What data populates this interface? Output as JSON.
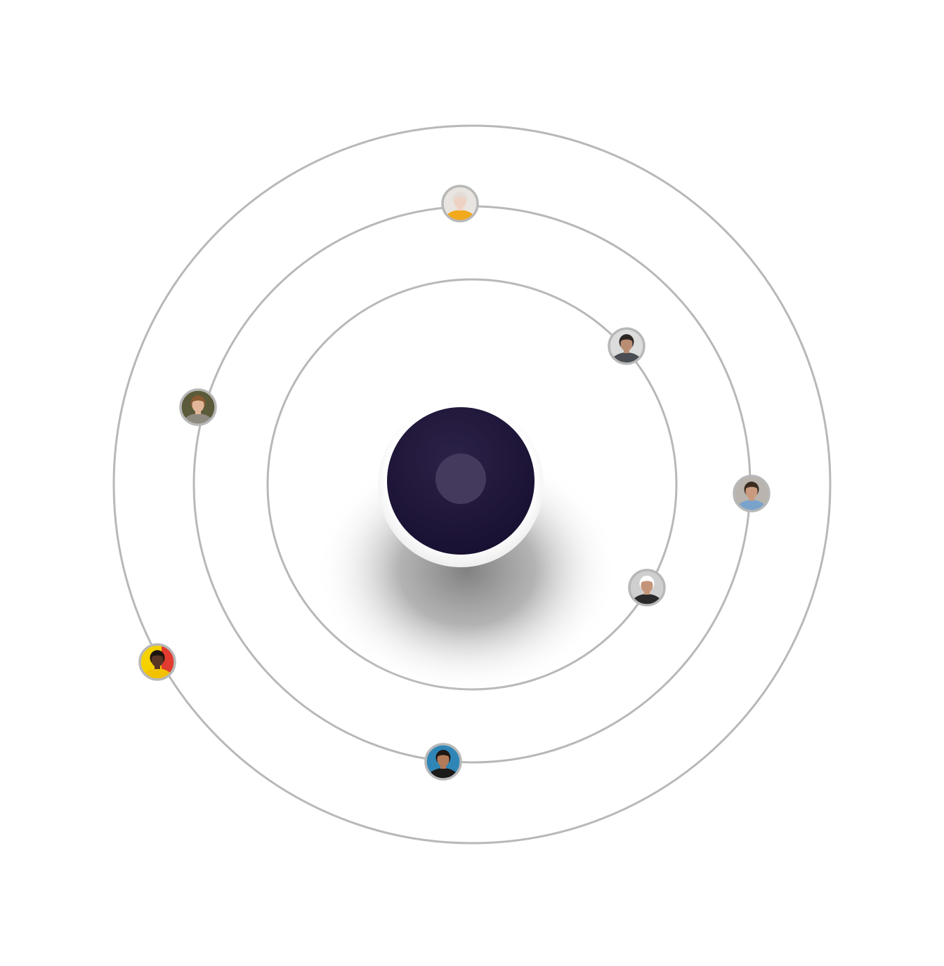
{
  "diagram": {
    "orbit_color": "#b8b8b8",
    "center": {
      "core_color": "#1e1536",
      "core_highlight_color": "#3a2f57",
      "inner_dot_color": "#433a5e",
      "halo_color": "#ffffff",
      "shadow_color": "#8a8a8a"
    },
    "orbits": [
      {
        "name": "inner-orbit"
      },
      {
        "name": "middle-orbit"
      },
      {
        "name": "outer-orbit"
      }
    ],
    "avatars": [
      {
        "name": "avatar-woman-yellow-sweater",
        "orbit": 1,
        "bg": "#e8e5e0",
        "skin": "#efd3c2",
        "hair": "#e2dbd6",
        "shirt": "#f2a91c"
      },
      {
        "name": "avatar-bearded-man-grey",
        "orbit": 0,
        "bg": "#dcdcdc",
        "skin": "#b98d72",
        "hair": "#2b2623",
        "shirt": "#4a4d52"
      },
      {
        "name": "avatar-young-man-jacket",
        "orbit": 1,
        "bg": "#5b5a3a",
        "skin": "#e3b79a",
        "hair": "#8a5a32",
        "shirt": "#8f8a7f"
      },
      {
        "name": "avatar-smiling-man-denim",
        "orbit": 1,
        "bg": "#b9b4ad",
        "skin": "#c99a7e",
        "hair": "#3a2b20",
        "shirt": "#7aa3cc"
      },
      {
        "name": "avatar-man-beanie-eating",
        "orbit": 0,
        "bg": "#cfcfcf",
        "skin": "#c49478",
        "hair": "#ffffff",
        "shirt": "#2a2a2d"
      },
      {
        "name": "avatar-woman-yellow-red",
        "orbit": 2,
        "bg": "#f6d100",
        "skin": "#5a3524",
        "hair": "#1b1410",
        "shirt": "#f2c200",
        "accent": "#e23b2f"
      },
      {
        "name": "avatar-man-glasses-blue",
        "orbit": 1,
        "bg": "#2f86b6",
        "skin": "#b27a58",
        "hair": "#1f1814",
        "shirt": "#1a1a1a"
      }
    ]
  }
}
